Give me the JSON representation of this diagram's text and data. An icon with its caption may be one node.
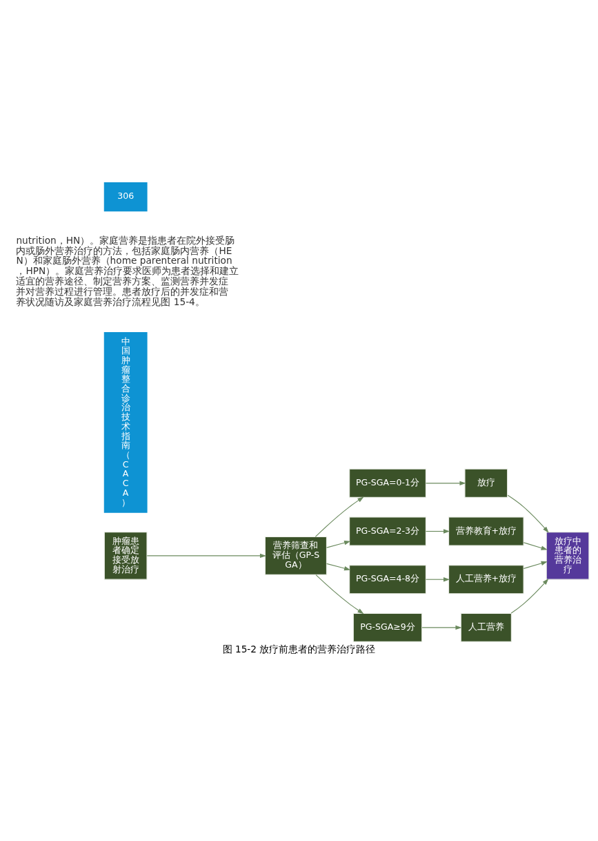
{
  "diagram": {
    "caption": "图 15-2 放疗前患者的营养治疗路径",
    "nodes": [
      {
        "text": [
          "肿瘤患者确定接受放射治疗"
        ]
      },
      {
        "text": [
          "营养筛查和评估（GP-SGA）"
        ]
      },
      {
        "text": [
          "PG-SGA=0-1分"
        ]
      },
      {
        "text": [
          "PG-SGA=2-3分"
        ]
      },
      {
        "text": [
          "PG-SGA=4-8分"
        ]
      },
      {
        "text": [
          "PG-SGA≥9分"
        ]
      },
      {
        "text": [
          "放疗"
        ]
      },
      {
        "text": [
          "营养教育+放疗"
        ]
      },
      {
        "text": [
          "人工营养+放疗"
        ]
      },
      {
        "text": [
          "人工营养"
        ]
      },
      {
        "text": [
          "放疗中患者的营养治疗"
        ]
      }
    ],
    "edges": [
      {
        "from": 0,
        "to": 1,
        "arrow": "to"
      },
      {
        "from": 1,
        "to": 2,
        "arrow": "to"
      },
      {
        "from": 1,
        "to": 3,
        "arrow": "to"
      },
      {
        "from": 1,
        "to": 4,
        "arrow": "to"
      },
      {
        "from": 1,
        "to": 5,
        "arrow": "to"
      },
      {
        "from": 2,
        "to": 6,
        "arrow": "to"
      },
      {
        "from": 3,
        "to": 7,
        "arrow": "to"
      },
      {
        "from": 4,
        "to": 8,
        "arrow": "to"
      },
      {
        "from": 5,
        "to": 9,
        "arrow": "to"
      },
      {
        "from": 6,
        "to": 10,
        "arrow": "to"
      },
      {
        "from": 7,
        "to": 10,
        "arrow": "to"
      },
      {
        "from": 8,
        "to": 10,
        "arrow": "to"
      },
      {
        "from": 9,
        "to": 10,
        "arrow": "to"
      }
    ],
    "labels": [
      "中国肿瘤整合诊治技术指南（CACA）",
      "nutrition，HN）。家庭营养是指患者在院外接受肠内或肠外营养治疗的方法，包括家庭肠内营养（HEN）和家庭肠外营养（home parenteral nutrition，HPN）。家庭营养治疗要求医师为患者选择和建立适宜的营养途径、制定营养方案、监测营养并发症并对营养过程进行管理。患者放疗后的并发症和营养状况随访及家庭营养治疗流程见图 15-4。",
      "306"
    ]
  }
}
